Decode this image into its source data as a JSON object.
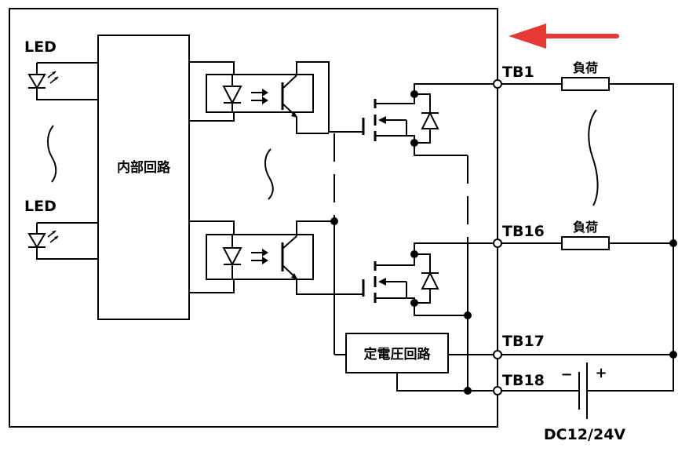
{
  "colors": {
    "line": "#000000",
    "arrow": "#e53935",
    "background": "#ffffff"
  },
  "labels": {
    "led_top": "LED",
    "led_bottom": "LED",
    "internal_circuit": "内部回路",
    "constant_voltage_circuit": "定電圧回路",
    "tb1": "TB1",
    "tb16": "TB16",
    "tb17": "TB17",
    "tb18": "TB18",
    "load_top": "負荷",
    "load_bottom": "負荷",
    "minus": "−",
    "plus": "+",
    "supply": "DC12/24V"
  },
  "icons": [
    "led-icon",
    "photocoupler-icon",
    "mosfet-icon",
    "battery-icon",
    "arrow-left-icon"
  ]
}
